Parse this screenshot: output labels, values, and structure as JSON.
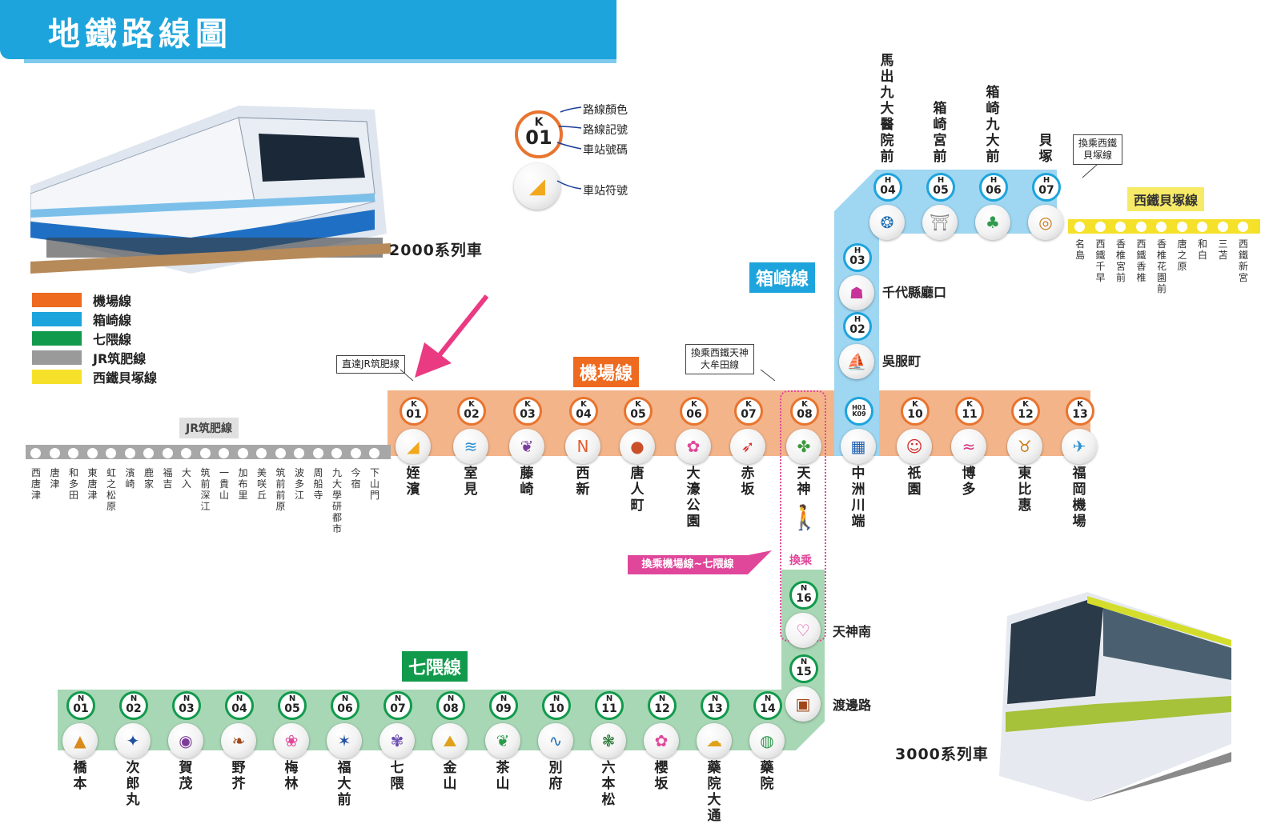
{
  "title": "地鐵路線圖",
  "trains": [
    {
      "label": "2000系列車"
    },
    {
      "label": "3000系列車"
    }
  ],
  "key": {
    "sample_line": "K",
    "sample_no": "01",
    "labels": [
      "路線顏色",
      "路線記號",
      "車站號碼",
      "車站符號"
    ]
  },
  "legend": [
    {
      "label": "機場線",
      "color": "#ee6a1f"
    },
    {
      "label": "箱崎線",
      "color": "#1ea4dc"
    },
    {
      "label": "七隈線",
      "color": "#129a4c"
    },
    {
      "label": "JR筑肥線",
      "color": "#9a9a9a"
    },
    {
      "label": "西鐵貝塚線",
      "color": "#f5e12a"
    }
  ],
  "colors": {
    "airport_band": "#f3b48a",
    "airport_ring": "#e8742f",
    "hakozaki_band": "#9fd6f1",
    "hakozaki_ring": "#1ea4dc",
    "nanakuma_band": "#a8d7b5",
    "nanakuma_ring": "#129a4c",
    "transfer": "#e0479a"
  },
  "line_labels": {
    "airport": "機場線",
    "hakozaki": "箱崎線",
    "nanakuma": "七隈線",
    "jr": "JR筑肥線",
    "nishitetsu": "西鐵貝塚線"
  },
  "callouts": {
    "jr_direct": "直達JR筑肥線",
    "nishitetsu_tenjin": [
      "換乘西鐵天神",
      "大牟田線"
    ],
    "nishitetsu_kaizuka": [
      "換乘西鐵",
      "貝塚線"
    ],
    "transfer_banner": "換乘機場線~七隈線",
    "transfer_word": "換乘"
  },
  "airport_line": [
    {
      "line": "K",
      "no": "01",
      "name": "姪濱",
      "icon": "boat-icon"
    },
    {
      "line": "K",
      "no": "02",
      "name": "室見",
      "icon": "waves-icon"
    },
    {
      "line": "K",
      "no": "03",
      "name": "藤崎",
      "icon": "wisteria-icon"
    },
    {
      "line": "K",
      "no": "04",
      "name": "西新",
      "icon": "n-mark-icon"
    },
    {
      "line": "K",
      "no": "05",
      "name": "唐人町",
      "icon": "vase-icon"
    },
    {
      "line": "K",
      "no": "06",
      "name": "大濠公園",
      "icon": "blossom-icon"
    },
    {
      "line": "K",
      "no": "07",
      "name": "赤坂",
      "icon": "swoosh-icon"
    },
    {
      "line": "K",
      "no": "08",
      "name": "天神",
      "icon": "clover-icon"
    },
    {
      "line": "H01 K09",
      "no": "",
      "name": "中洲川端",
      "icon": "pattern-icon"
    },
    {
      "line": "K",
      "no": "10",
      "name": "祇園",
      "icon": "mask-icon"
    },
    {
      "line": "K",
      "no": "11",
      "name": "博多",
      "icon": "fabric-icon"
    },
    {
      "line": "K",
      "no": "12",
      "name": "東比惠",
      "icon": "antenna-icon"
    },
    {
      "line": "K",
      "no": "13",
      "name": "福岡機場",
      "icon": "plane-icon"
    }
  ],
  "hakozaki_line": [
    {
      "line": "H",
      "no": "02",
      "name": "吳服町",
      "icon": "ship-icon"
    },
    {
      "line": "H",
      "no": "03",
      "name": "千代縣廳口",
      "icon": "bell-icon"
    },
    {
      "line": "H",
      "no": "04",
      "name": "馬出九大醫院前",
      "icon": "crest-icon"
    },
    {
      "line": "H",
      "no": "05",
      "name": "箱崎宮前",
      "icon": "torii-icon"
    },
    {
      "line": "H",
      "no": "06",
      "name": "箱崎九大前",
      "icon": "pine-icon"
    },
    {
      "line": "H",
      "no": "07",
      "name": "貝塚",
      "icon": "shell-icon"
    }
  ],
  "nanakuma_line": [
    {
      "line": "N",
      "no": "01",
      "name": "橋本",
      "icon": "mountain-icon"
    },
    {
      "line": "N",
      "no": "02",
      "name": "次郎丸",
      "icon": "bird-icon"
    },
    {
      "line": "N",
      "no": "03",
      "name": "賀茂",
      "icon": "circle-icon"
    },
    {
      "line": "N",
      "no": "04",
      "name": "野芥",
      "icon": "leaf-icon"
    },
    {
      "line": "N",
      "no": "05",
      "name": "梅林",
      "icon": "plum-icon"
    },
    {
      "line": "N",
      "no": "06",
      "name": "福大前",
      "icon": "star-icon"
    },
    {
      "line": "N",
      "no": "07",
      "name": "七隈",
      "icon": "flower-icon"
    },
    {
      "line": "N",
      "no": "08",
      "name": "金山",
      "icon": "peak-icon"
    },
    {
      "line": "N",
      "no": "09",
      "name": "茶山",
      "icon": "tea-icon"
    },
    {
      "line": "N",
      "no": "10",
      "name": "別府",
      "icon": "wave-icon"
    },
    {
      "line": "N",
      "no": "11",
      "name": "六本松",
      "icon": "pine-branch-icon"
    },
    {
      "line": "N",
      "no": "12",
      "name": "櫻坂",
      "icon": "sakura-icon"
    },
    {
      "line": "N",
      "no": "13",
      "name": "藥院大通",
      "icon": "cloud-icon"
    },
    {
      "line": "N",
      "no": "14",
      "name": "藥院",
      "icon": "bowl-icon"
    },
    {
      "line": "N",
      "no": "15",
      "name": "渡邊路",
      "icon": "tram-icon"
    },
    {
      "line": "N",
      "no": "16",
      "name": "天神南",
      "icon": "doll-icon"
    }
  ],
  "jr_stations": [
    "西唐津",
    "唐津",
    "和多田",
    "東唐津",
    "虹之松原",
    "濱崎",
    "鹿家",
    "福吉",
    "大入",
    "筑前深江",
    "一貴山",
    "加布里",
    "美咲丘",
    "筑前前原",
    "波多江",
    "周船寺",
    "九大學研都市",
    "今宿",
    "下山門"
  ],
  "nishitetsu_stations": [
    "名島",
    "西鐵千早",
    "香椎宮前",
    "西鐵香椎",
    "香椎花園前",
    "唐之原",
    "和白",
    "三苫",
    "西鐵新宮"
  ]
}
